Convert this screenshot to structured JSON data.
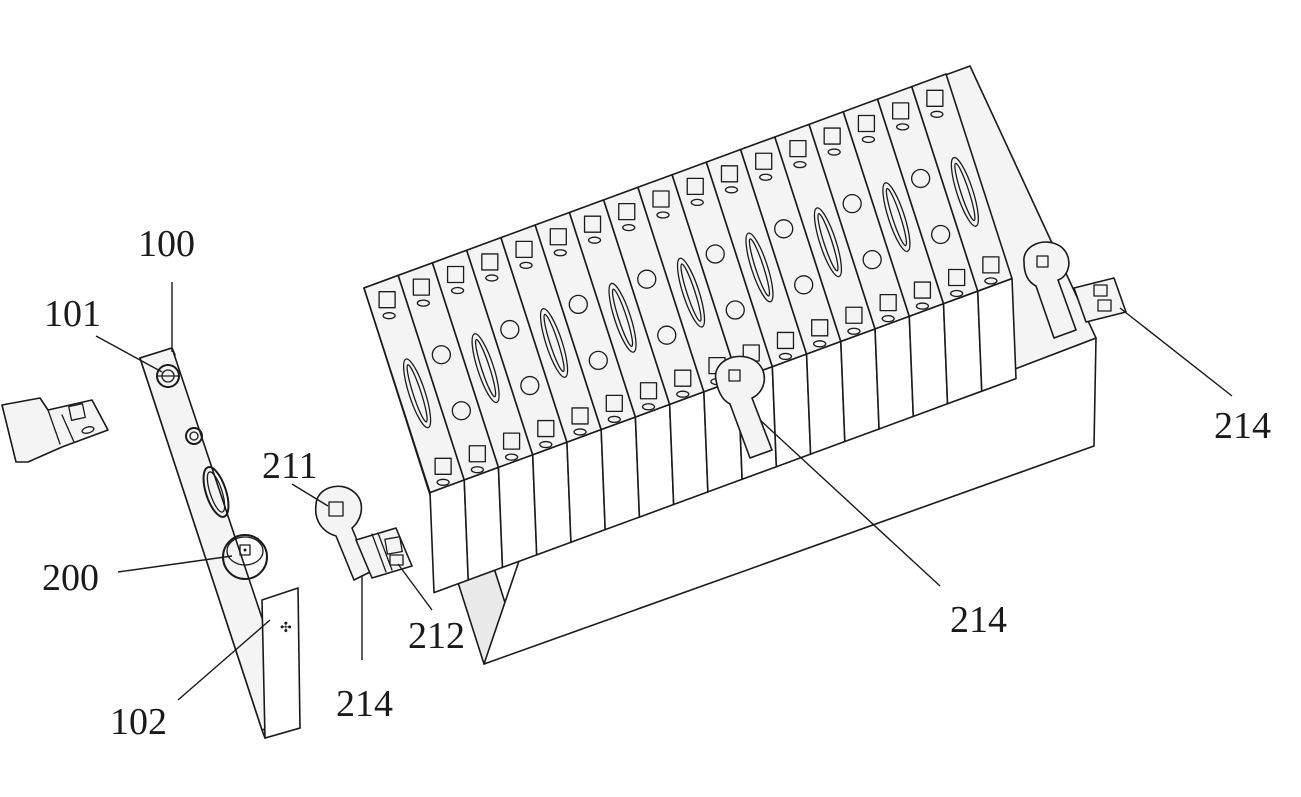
{
  "labels": {
    "l100": "100",
    "l101": "101",
    "l102": "102",
    "l200": "200",
    "l211": "211",
    "l212": "212",
    "l214_small": "214",
    "l214_mid": "214",
    "l214_right": "214"
  },
  "cell_count": 17,
  "colors": {
    "ink": "#1a1a1a",
    "paper": "#ffffff"
  }
}
